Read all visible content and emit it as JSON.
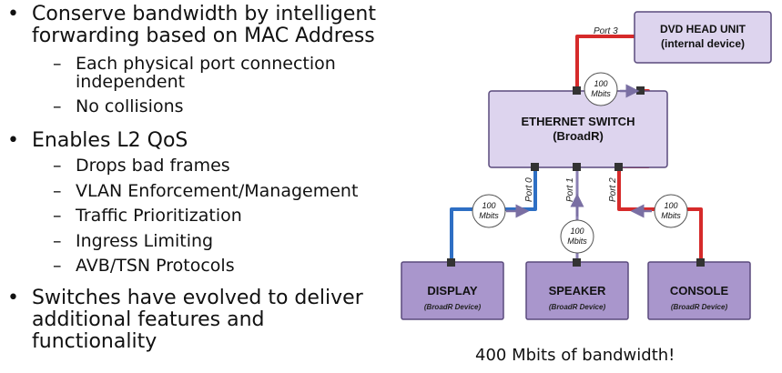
{
  "bullets": [
    {
      "lines": [
        "Conserve bandwidth by intelligent",
        "forwarding based on MAC Address"
      ],
      "sub": [
        [
          "Each physical port connection",
          "independent"
        ],
        [
          "No collisions"
        ]
      ]
    },
    {
      "lines": [
        "Enables L2 QoS"
      ],
      "sub": [
        [
          "Drops bad frames"
        ],
        [
          "VLAN Enforcement/Management"
        ],
        [
          "Traffic Prioritization"
        ],
        [
          "Ingress Limiting"
        ],
        [
          "AVB/TSN Protocols"
        ]
      ]
    },
    {
      "lines": [
        "Switches have evolved to deliver",
        "additional features and",
        "functionality"
      ],
      "sub": []
    }
  ],
  "diagram": {
    "switch": {
      "title": "ETHERNET SWITCH",
      "subtitle": "(BroadR)"
    },
    "dvd": {
      "title": "DVD HEAD UNIT",
      "subtitle": "(internal device)"
    },
    "display": {
      "title": "DISPLAY",
      "subtitle": "(BroadR Device)"
    },
    "speaker": {
      "title": "SPEAKER",
      "subtitle": "(BroadR Device)"
    },
    "console": {
      "title": "CONSOLE",
      "subtitle": "(BroadR Device)"
    },
    "ports": {
      "port0": "Port 0",
      "port1": "Port 1",
      "port2": "Port 2",
      "port3": "Port 3"
    },
    "speed": {
      "top": "100",
      "bottom": "Mbits"
    },
    "colors": {
      "red_link": "#d62a2a",
      "blue_link": "#2e6fc4",
      "box_fill": "#a996cc",
      "box_stroke": "#5a4a7d",
      "switch_fill": "#ddd4ee",
      "arrow": "#7a6fa3"
    }
  },
  "caption": "400 Mbits of bandwidth!"
}
